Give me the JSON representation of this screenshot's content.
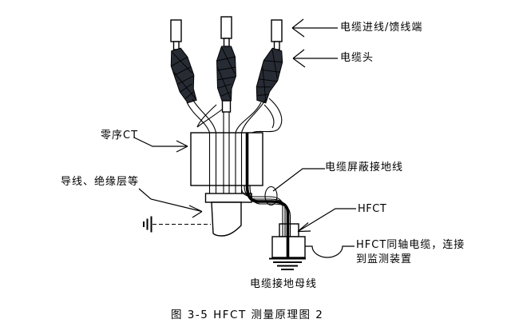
{
  "colors": {
    "background": "#ffffff",
    "line": "#000000",
    "cable_head_fill": "#272b34"
  },
  "diagram": {
    "labels": {
      "cable_incoming": "电缆进线/馈线端",
      "cable_head": "电缆头",
      "zero_sequence_ct": "零序CT",
      "conductor_insulation": "导线、绝缘层等",
      "shield_ground_wire": "电缆屏蔽接地线",
      "hfct": "HFCT",
      "coax_line1": "HFCT同轴电缆，连接",
      "coax_line2": "到监测装置",
      "ground_busbar": "电缆接地母线"
    },
    "caption": "图 3-5 HFCT 测量原理图 2"
  }
}
